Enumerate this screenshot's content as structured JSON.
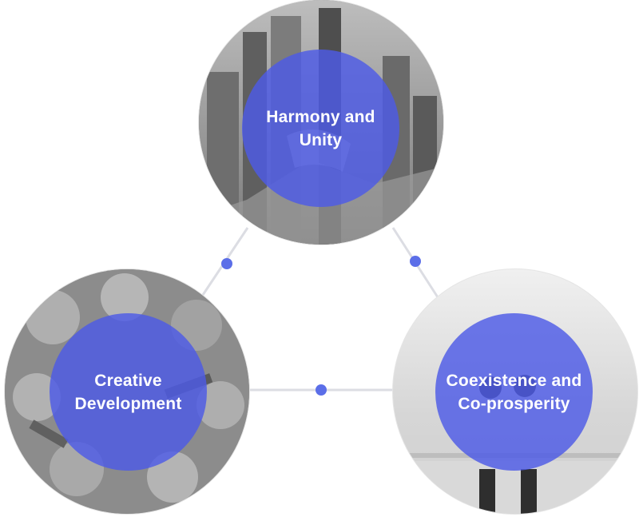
{
  "diagram": {
    "accent_color": "#4d5ae6",
    "dot_color": "#5b6ee8",
    "line_color": "#dcdde3",
    "values": [
      {
        "label": "Harmony and\nUnity",
        "photo": "handshake-city-photo"
      },
      {
        "label": "Creative\nDevelopment",
        "photo": "light-bulbs-photo"
      },
      {
        "label": "Coexistence and\nCo-prosperity",
        "photo": "two-people-horizon-photo"
      }
    ]
  }
}
